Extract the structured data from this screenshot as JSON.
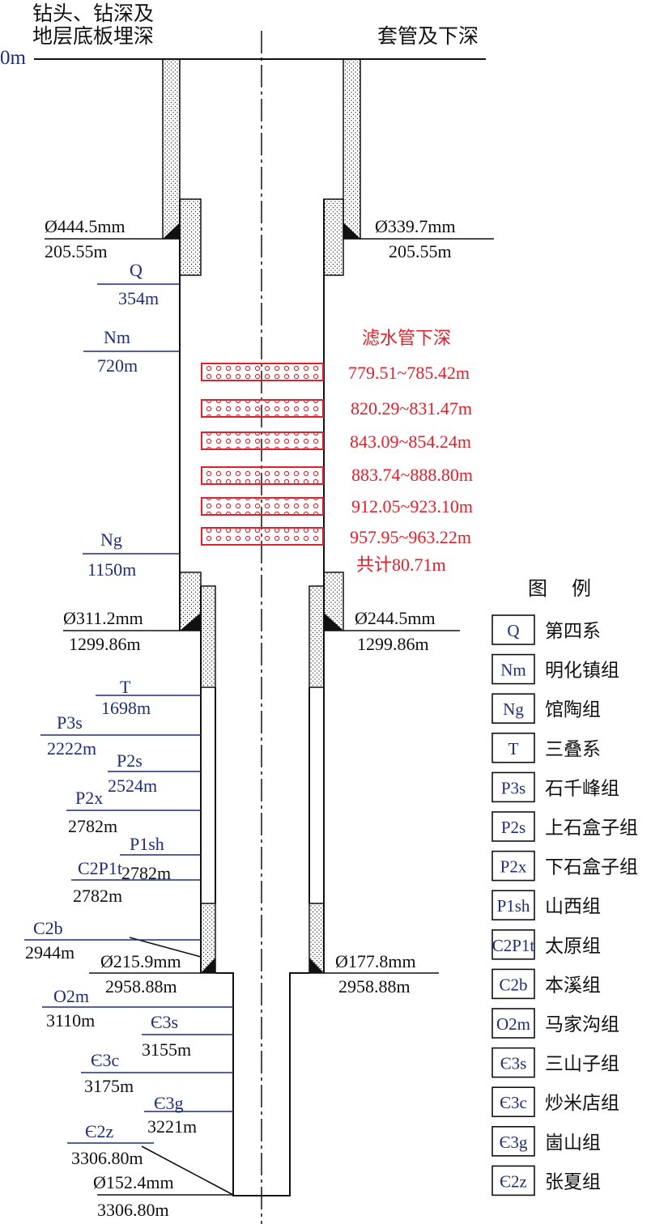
{
  "headers": {
    "left_line1": "钻头、钻深及",
    "left_line2": "地层底板埋深",
    "right": "套管及下深",
    "zero": "0m"
  },
  "sections": [
    {
      "bit": "Ø444.5mm",
      "bit_depth": "205.55m",
      "casing": "Ø339.7mm",
      "casing_depth": "205.55m"
    },
    {
      "bit": "Ø311.2mm",
      "bit_depth": "1299.86m",
      "casing": "Ø244.5mm",
      "casing_depth": "1299.86m"
    },
    {
      "bit": "Ø215.9mm",
      "bit_depth": "2958.88m",
      "casing": "Ø177.8mm",
      "casing_depth": "2958.88m"
    },
    {
      "bit": "Ø152.4mm",
      "bit_depth": "3306.80m"
    }
  ],
  "formations": [
    {
      "code": "Q",
      "depth": "354m"
    },
    {
      "code": "Nm",
      "depth": "720m"
    },
    {
      "code": "Ng",
      "depth": "1150m"
    },
    {
      "code": "T",
      "depth": "1698m"
    },
    {
      "code": "P3s",
      "depth": "2222m"
    },
    {
      "code": "P2s",
      "depth": "2524m"
    },
    {
      "code": "P2x",
      "depth": "2782m"
    },
    {
      "code": "P1sh",
      "depth": "2782m"
    },
    {
      "code": "C2P1t",
      "depth": "2782m"
    },
    {
      "code": "C2b",
      "depth": "2944m"
    },
    {
      "code": "O2m",
      "depth": "3110m"
    },
    {
      "code": "Є3s",
      "depth": "3155m"
    },
    {
      "code": "Є3c",
      "depth": "3175m"
    },
    {
      "code": "Є3g",
      "depth": "3221m"
    },
    {
      "code": "Є2z",
      "depth": "3306.80m"
    }
  ],
  "filters": {
    "title": "滤水管下深",
    "intervals": [
      "779.51~785.42m",
      "820.29~831.47m",
      "843.09~854.24m",
      "883.74~888.80m",
      "912.05~923.10m",
      "957.95~963.22m"
    ],
    "total": "共计80.71m"
  },
  "legend": {
    "title": "图 例",
    "items": [
      {
        "code": "Q",
        "name": "第四系"
      },
      {
        "code": "Nm",
        "name": "明化镇组"
      },
      {
        "code": "Ng",
        "name": "馆陶组"
      },
      {
        "code": "T",
        "name": "三叠系"
      },
      {
        "code": "P3s",
        "name": "石千峰组"
      },
      {
        "code": "P2s",
        "name": "上石盒子组"
      },
      {
        "code": "P2x",
        "name": "下石盒子组"
      },
      {
        "code": "P1sh",
        "name": "山西组"
      },
      {
        "code": "C2P1t",
        "name": "太原组"
      },
      {
        "code": "C2b",
        "name": "本溪组"
      },
      {
        "code": "O2m",
        "name": "马家沟组"
      },
      {
        "code": "Є3s",
        "name": "三山子组"
      },
      {
        "code": "Є3c",
        "name": "炒米店组"
      },
      {
        "code": "Є3g",
        "name": "崮山组"
      },
      {
        "code": "Є2z",
        "name": "张夏组"
      }
    ]
  },
  "colors": {
    "blue": "#1f2d7a",
    "red": "#e0202a",
    "black": "#111111"
  }
}
